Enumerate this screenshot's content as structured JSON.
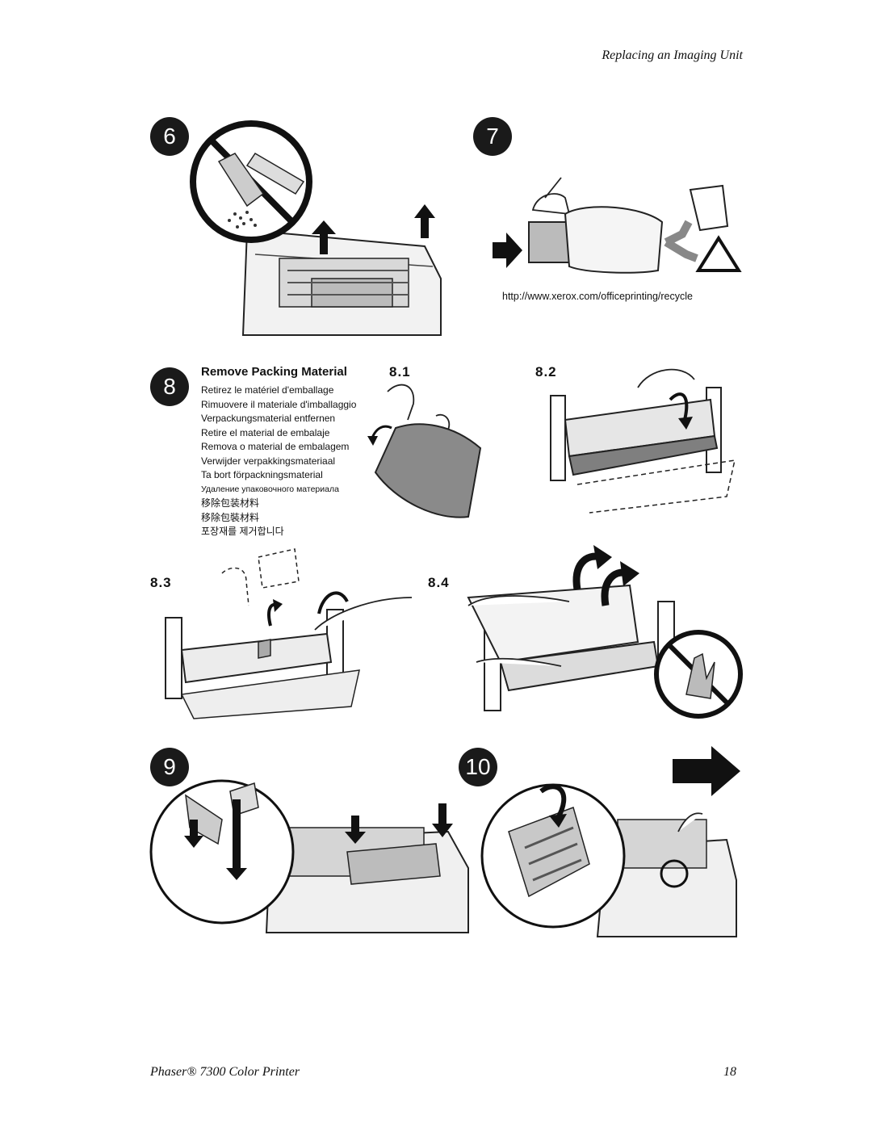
{
  "header": {
    "title": "Replacing an Imaging Unit"
  },
  "steps": {
    "s6": "6",
    "s7": "7",
    "s8": "8",
    "s9": "9",
    "s10": "10"
  },
  "step7": {
    "url": "http://www.xerox.com/officeprinting/recycle"
  },
  "step8": {
    "title": "Remove Packing Material",
    "translations": [
      "Retirez le matériel d'emballage",
      "Rimuovere il materiale d'imballaggio",
      "Verpackungsmaterial entfernen",
      "Retire el material de embalaje",
      "Remova o material de embalagem",
      "Verwijder verpakkingsmateriaal",
      "Ta bort förpackningsmaterial",
      "Удаление упаковочного материала",
      "移除包装材料",
      "移除包裝材料",
      "포장재를 제거합니다"
    ],
    "sub1": "8.1",
    "sub2": "8.2",
    "sub3": "8.3",
    "sub4": "8.4"
  },
  "footer": {
    "product": "Phaser® 7300 Color Printer",
    "page": "18"
  }
}
